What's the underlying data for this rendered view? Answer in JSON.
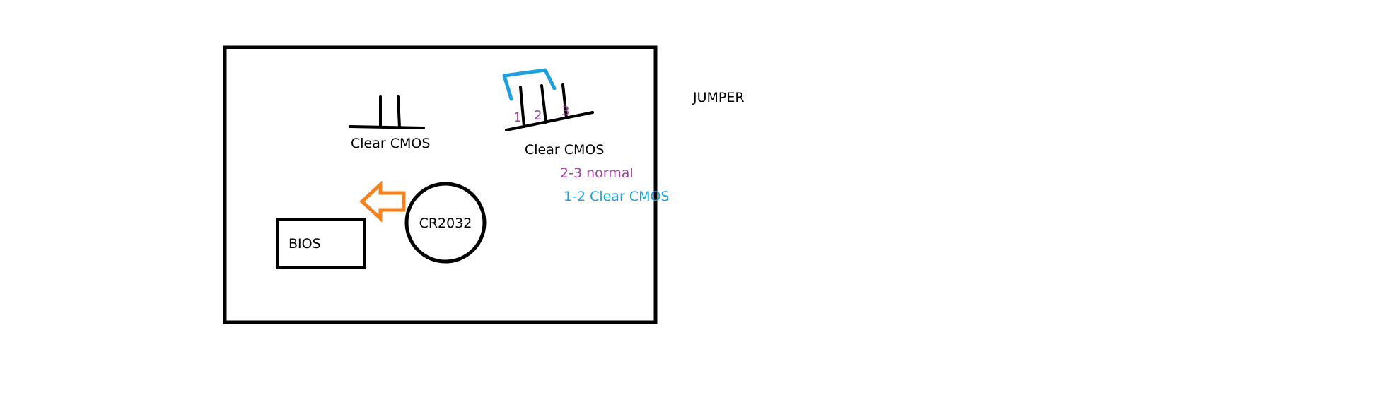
{
  "labels": {
    "jumper_title": "JUMPER",
    "left_header_label": "Clear CMOS",
    "right_header_label": "Clear CMOS",
    "normal_setting": "2-3 normal",
    "clear_setting": "1-2 Clear CMOS",
    "battery": "CR2032",
    "bios": "BIOS"
  },
  "pins": [
    "1",
    "2",
    "3"
  ],
  "colors": {
    "outline": "#000000",
    "jumper_cap": "#1e9fe0",
    "pin_numbers": "#a040a0",
    "normal_text": "#a040a0",
    "clear_text": "#1e9fe0",
    "arrow": "#f58220"
  }
}
